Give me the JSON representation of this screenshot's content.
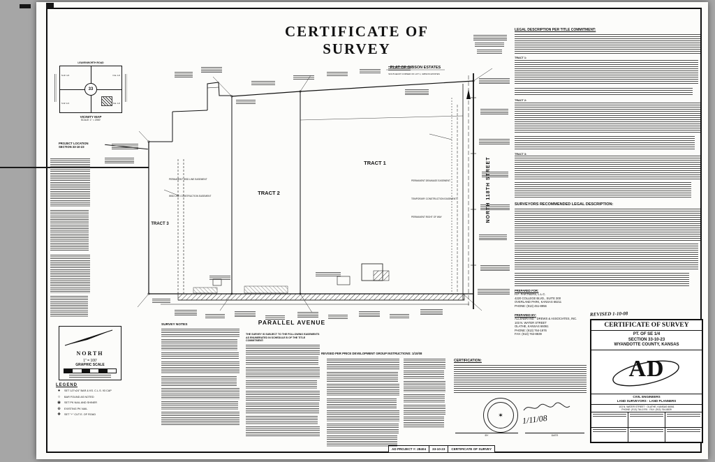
{
  "colors": {
    "paper": "#fcfcfa",
    "ink": "#111111",
    "background": "#a6a6a6"
  },
  "header": {
    "title": "CERTIFICATE OF SURVEY"
  },
  "legal_description": {
    "heading": "LEGAL DESCRIPTION PER TITLE COMMITMENT:",
    "tract_labels": [
      "TRACT 1:",
      "TRACT 2:",
      "TRACT 3:"
    ]
  },
  "recommended_description": {
    "heading": "SURVEYORS RECOMMENDED LEGAL DESCRIPTION:"
  },
  "prepared_for": {
    "heading": "PREPARED FOR:",
    "lines": [
      "H.F. PARTNERS, L.L.C.",
      "4220 COLLEGE BLVD., SUITE 300",
      "OVERLAND PARK, KANSAS 66211",
      "PHONE:  (913) 451-8956"
    ]
  },
  "prepared_by": {
    "heading": "PREPARED BY:",
    "lines": [
      "ALLENBRAND - DREWS & ASSOCIATES, INC.",
      "103 N. WATER STREET",
      "OLATHE, KANSAS 66061",
      "PHONE:  (913) 764-1976",
      "FAX:  (913) 764-8839"
    ]
  },
  "revision_note": "REVISED PER PRICE DEVELOPMENT GROUP INSTRUCTIONS: 1/10/08",
  "certification": {
    "heading": "CERTIFICATION:",
    "date_handwritten": "1/11/08",
    "by_label": "BY",
    "date_label": "DATE"
  },
  "survey_notes": {
    "heading": "SURVEY NOTES",
    "easements_heading": "THE SURVEY IS SUBJECT TO THE FOLLOWING EASEMENTS AS ENUMERATED IN SCHEDULE B OF THE TITLE COMMITMENT:"
  },
  "vicinity_map": {
    "top_road": "LEAVENWORTH ROAD",
    "section_number": "33",
    "caption": "VICINITY MAP",
    "scale": "SCALE: 1\" = 2000'",
    "project_location_line1": "PROJECT LOCATION",
    "project_location_line2": "SECTION 33-10-23",
    "quadrants": [
      "N.W. 1/4",
      "N.E. 1/4",
      "S.W. 1/4",
      "S.E. 1/4"
    ]
  },
  "north_block": {
    "label": "NORTH",
    "scale": "1\" = 100'",
    "caption": "GRAPHIC SCALE"
  },
  "legend": {
    "heading": "LEGEND",
    "items": [
      {
        "symbol": "●",
        "label": "SET 1/2\"x24\" BAR & KS. C.L.S. 93 CAP"
      },
      {
        "symbol": "○",
        "label": "BAR FOUND AS NOTED"
      },
      {
        "symbol": "◉",
        "label": "SET PK NAIL AND SHINER"
      },
      {
        "symbol": "⊕",
        "label": "EXISTING PK NAIL"
      },
      {
        "symbol": "✚",
        "label": "SET \"+\" CUT E. OF ROAD"
      }
    ]
  },
  "drawing": {
    "plat_label": "PLAT OF GIBSON ESTATES",
    "corner_note": "SOUTHEAST CORNER OF LOT 1, GIBSON ESTATES",
    "tracts": [
      "TRACT 1",
      "TRACT 2",
      "TRACT 3"
    ],
    "north_street": "NORTH 118TH STREET",
    "south_street": "PARALLEL AVENUE",
    "easement_labels": [
      "PERMANENT WSD LINE EASEMENT",
      "WSD LINE CONSTRUCTION EASEMENT",
      "PERMANENT DRAINAGE EASEMENT",
      "TEMPORARY CONSTRUCTION EASEMENT",
      "PERMANENT RIGHT OF WAY"
    ]
  },
  "title_block": {
    "revised": "REVISED 1-10-08",
    "title": "CERTIFICATE OF SURVEY",
    "location_lines": [
      "PT. OF SE 1/4",
      "SECTION 33-10-23",
      "WYANDOTTE COUNTY, KANSAS"
    ],
    "logo_text": "AD",
    "firm_lines": [
      "CIVIL ENGINEERS",
      "LAND SURVEYORS - LAND PLANNERS"
    ],
    "address_lines": [
      "103 N. WATER STREET · OLATHE, KANSAS 66061",
      "PHONE: (913) 764-1976 · FAX: (913) 764-8839"
    ]
  },
  "footer": {
    "project": "AD PROJECT #: 28404",
    "section": "33-10-23",
    "sheet_title": "CERTIFICATE OF SURVEY"
  }
}
